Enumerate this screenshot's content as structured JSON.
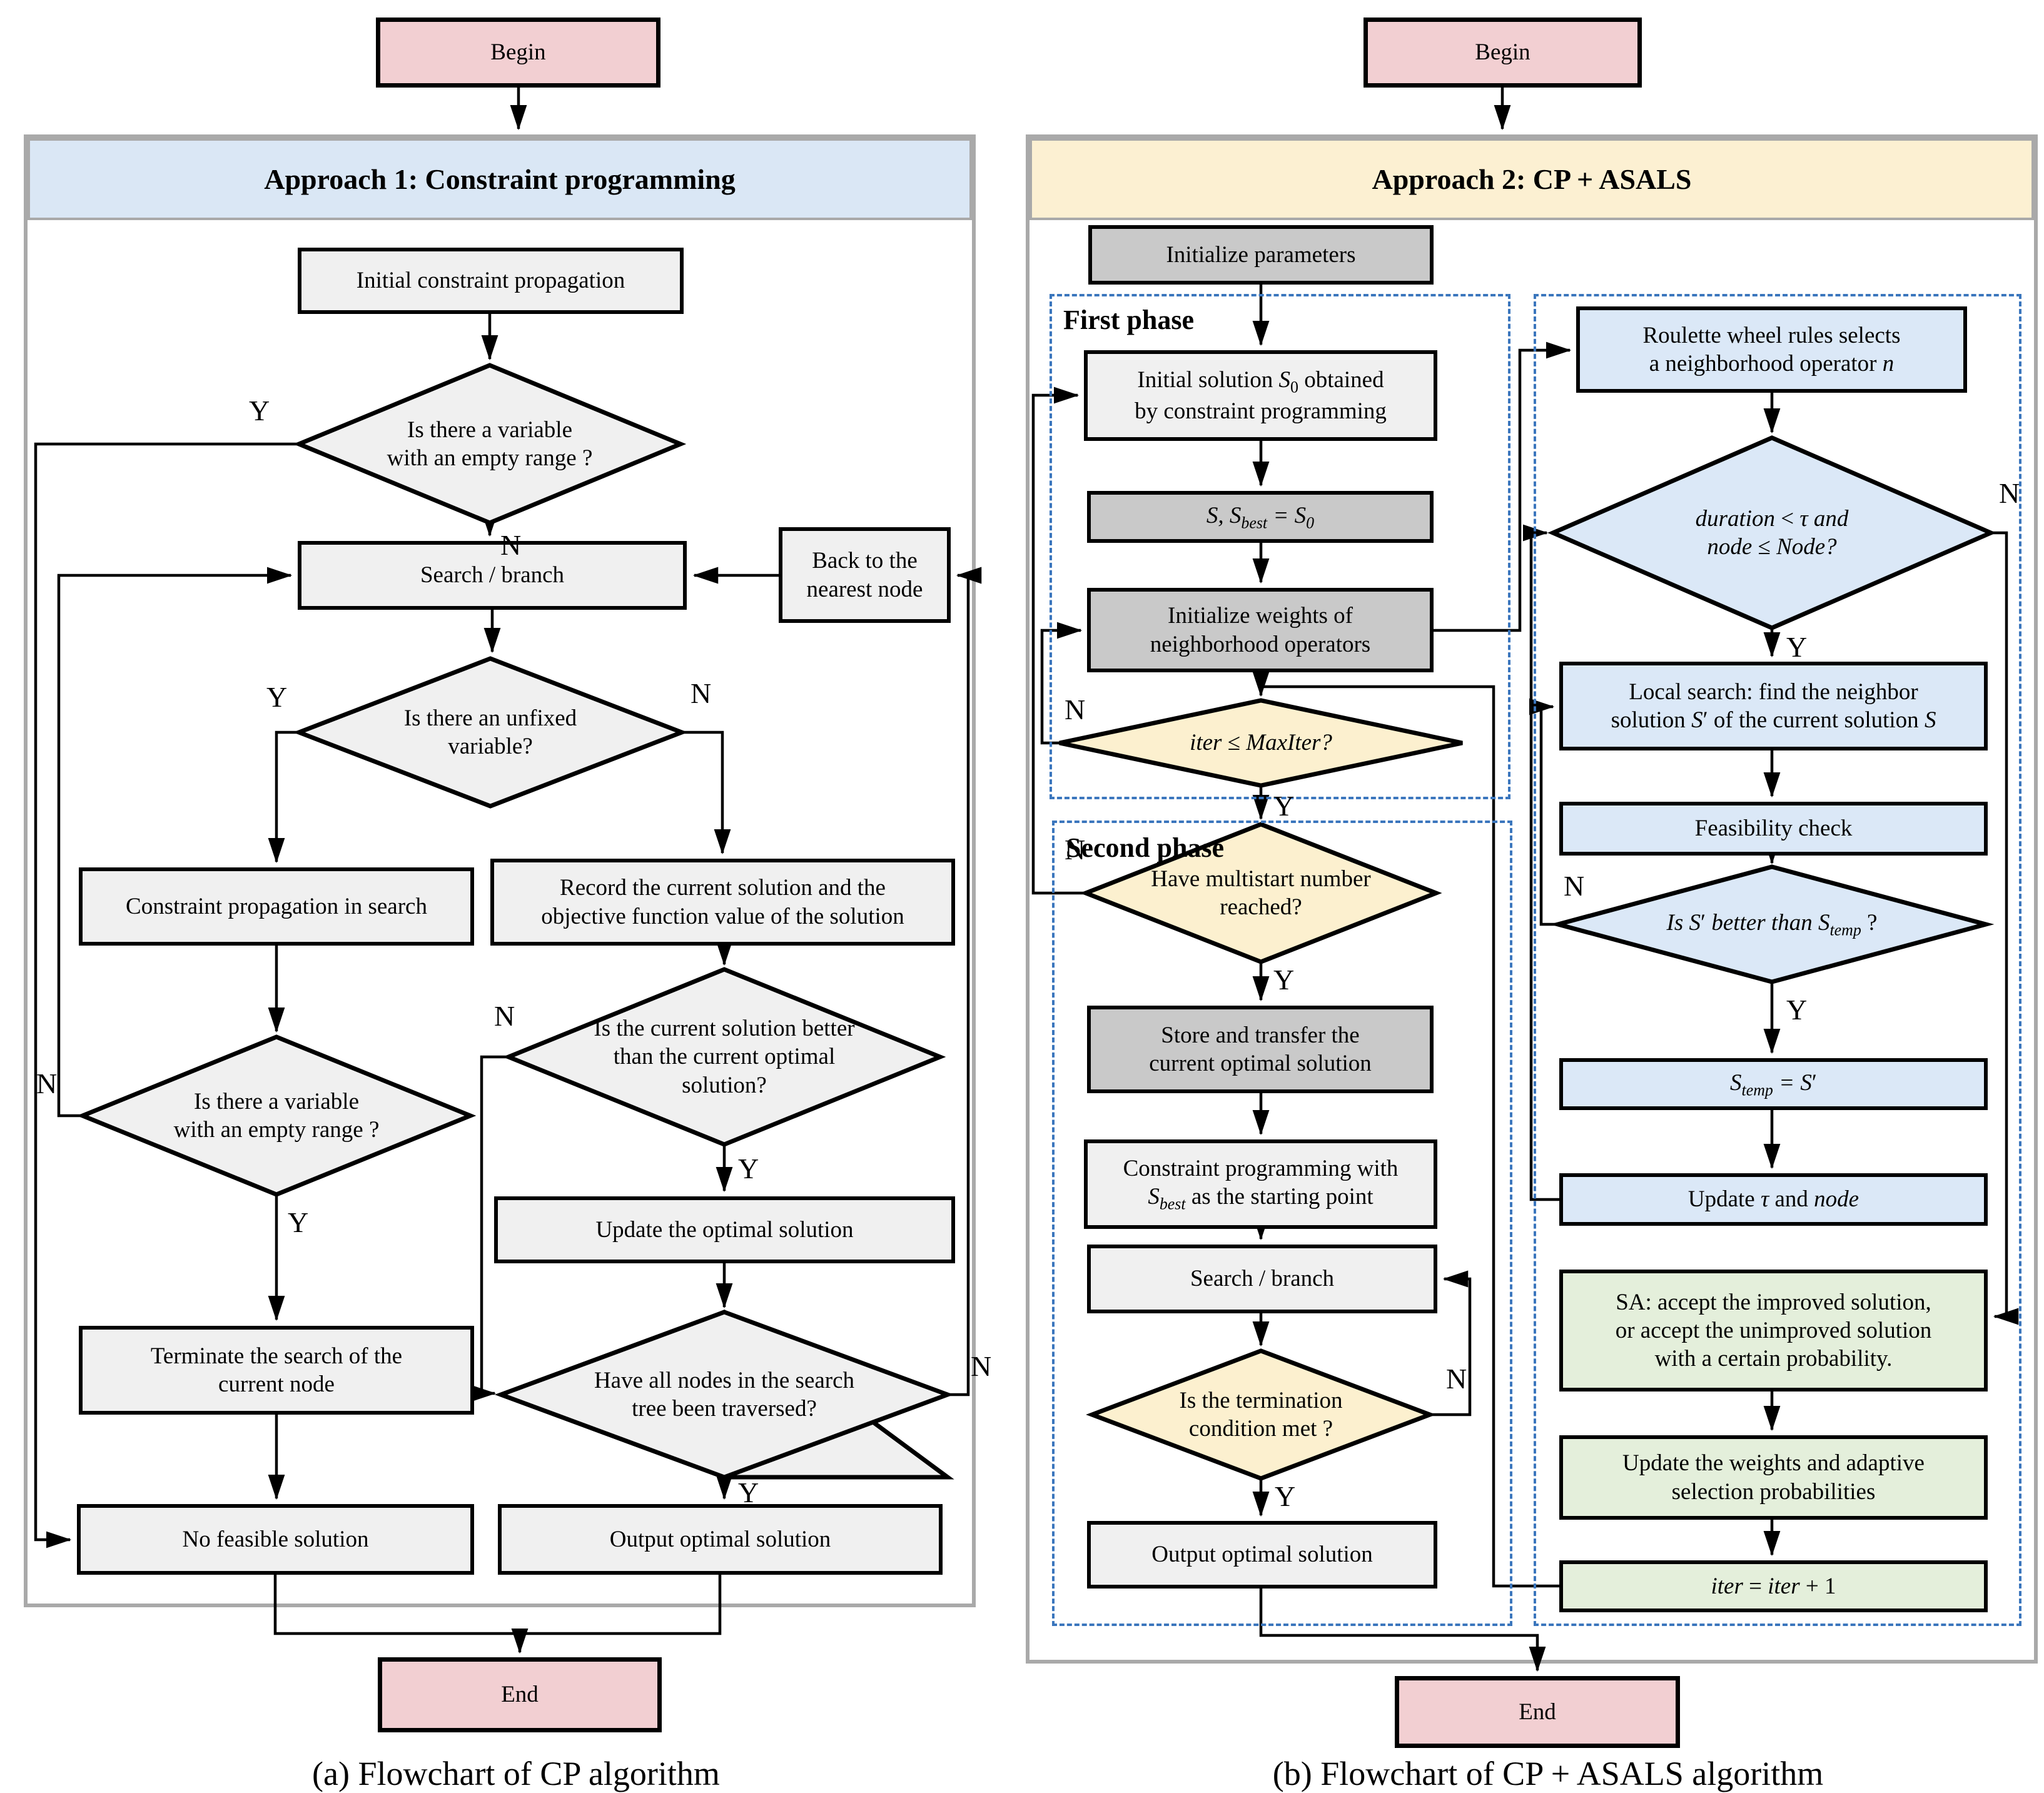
{
  "yn": {
    "y": "Y",
    "n": "N"
  },
  "left": {
    "begin": "Begin",
    "end": "End",
    "header": "Approach 1: Constraint programming",
    "caption": "(a) Flowchart of CP algorithm",
    "nodes": {
      "initial_cp": "Initial constraint propagation",
      "empty_range_1": "Is there a variable\nwith an empty range ?",
      "search_branch": "Search / branch",
      "back_nearest": "Back to the\nnearest node",
      "unfixed_var": "Is there an unfixed\nvariable?",
      "cp_in_search": "Constraint propagation in search",
      "record_solution": "Record the current solution and the\nobjective function value of the solution",
      "empty_range_2": "Is there a variable\nwith an empty range ?",
      "better_solution": "Is the current solution better\nthan the current optimal\nsolution?",
      "update_optimal": "Update the optimal solution",
      "terminate_node": "Terminate the search of the\ncurrent node",
      "all_nodes_traversed": "Have all nodes in the search\ntree been traversed?",
      "no_feasible": "No feasible solution",
      "output_optimal": "Output optimal solution"
    }
  },
  "right": {
    "begin": "Begin",
    "end": "End",
    "header": "Approach 2: CP + ASALS",
    "caption": "(b) Flowchart of CP + ASALS algorithm",
    "first_phase": "First phase",
    "second_phase": "Second phase",
    "nodes": {
      "init_params": "Initialize parameters",
      "initial_solution": "Initial solution <i>S</i><sub>0</sub> obtained<br>by constraint programming",
      "s_sbest": "<i>S, S</i><sub><i>best</i></sub> <i>= S</i><sub><i>0</i></sub>",
      "init_weights": "Initialize weights of\nneighborhood operators",
      "iter_maxiter": "<i>iter</i> ≤ <i>MaxIter?</i>",
      "multistart": "Have multistart number\nreached?",
      "store_transfer": "Store and transfer the\ncurrent optimal solution",
      "cp_sbest": "Constraint programming with<br><i>S</i><sub><i>best</i></sub> as the starting point",
      "search_branch": "Search / branch",
      "termination": "Is the termination\ncondition met ?",
      "output_optimal": "Output optimal solution",
      "roulette": "Roulette wheel rules selects<br>a neighborhood operator <i>n</i>",
      "duration_node": "<i>duration</i> &lt; <i>τ and</i><br><i>node</i> ≤ <i>Node?</i>",
      "local_search": "Local search: find the neighbor<br>solution <i>S</i>&prime; of the current solution <i>S</i>",
      "feasibility": "Feasibility check",
      "s_better_stemp": "<i>Is S</i>&prime; <i>better than S</i><sub><i>temp</i></sub> ?",
      "stemp_s": "<i>S</i><sub><i>temp</i></sub> <i>= S</i>&prime;",
      "update_tau": "Update <i>τ</i> and <i>node</i>",
      "sa_accept": "SA: accept the improved solution,\nor accept the unimproved solution\nwith a certain probability.",
      "update_weights": "Update the weights and adaptive\nselection probabilities",
      "iter_plus": "<i>iter</i> = <i>iter</i> + 1"
    }
  }
}
